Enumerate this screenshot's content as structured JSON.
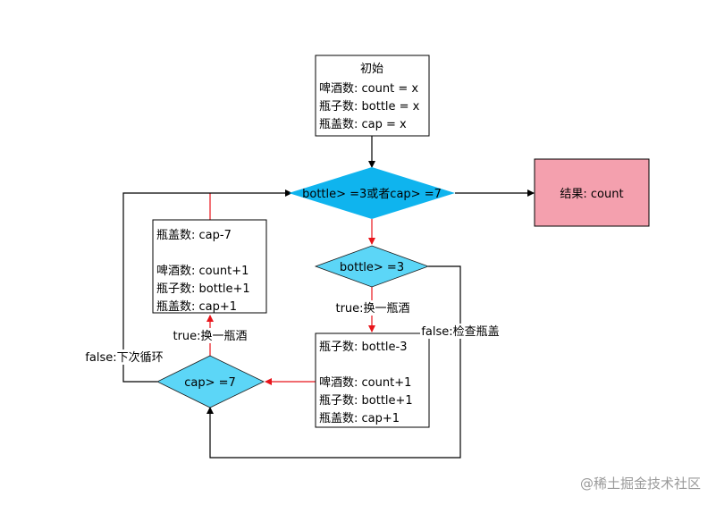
{
  "colors": {
    "diamond_main": "#0fb4ee",
    "diamond_light": "#5cd6f7",
    "result_box": "#f4a0ae",
    "arrow_black": "#000000",
    "arrow_red": "#e8141a"
  },
  "nodes": {
    "init": {
      "title": "初始",
      "lines": [
        "啤酒数: count = x",
        "瓶子数: bottle = x",
        "瓶盖数: cap = x"
      ]
    },
    "main_condition": {
      "label": "bottle> =3或者cap> =7"
    },
    "result": {
      "label": "结果: count"
    },
    "bottle_condition": {
      "label": "bottle> =3"
    },
    "bottle_action": {
      "lines": [
        "瓶子数: bottle-3",
        "",
        "啤酒数: count+1",
        "瓶子数: bottle+1",
        "瓶盖数: cap+1"
      ]
    },
    "cap_condition": {
      "label": "cap> =7"
    },
    "cap_action": {
      "lines": [
        "瓶盖数: cap-7",
        "",
        "啤酒数: count+1",
        "瓶子数: bottle+1",
        "瓶盖数: cap+1"
      ]
    }
  },
  "edge_labels": {
    "bottle_true": "true:换一瓶酒",
    "bottle_false": "false:检查瓶盖",
    "cap_true": "true:换一瓶酒",
    "cap_false": "false:下次循环"
  },
  "watermark": "@稀土掘金技术社区"
}
